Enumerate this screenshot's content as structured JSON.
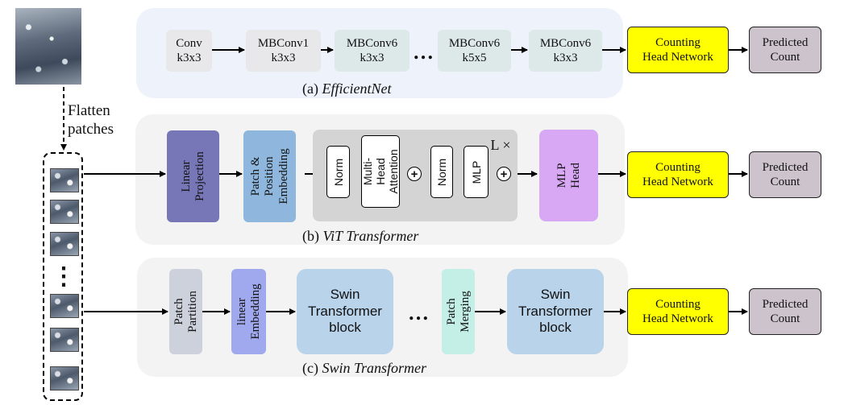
{
  "input": {
    "flatten_label": "Flatten\npatches",
    "image_icon": "crowd-image",
    "patch_icon": "image-patch",
    "vdots": "⋮"
  },
  "efficientnet": {
    "caption_prefix": "(a) ",
    "caption_name": "EfficientNet",
    "blocks": [
      "Conv\nk3x3",
      "MBConv1\nk3x3",
      "MBConv6\nk3x3",
      "MBConv6\nk5x5",
      "MBConv6\nk3x3"
    ],
    "ellipsis": "…",
    "head": "Counting\nHead Network",
    "output": "Predicted\nCount"
  },
  "vit": {
    "caption_prefix": "(b) ",
    "caption_name": "ViT Transformer",
    "linear_projection": "Linear\nProjection",
    "patch_embedding": "Patch &\nPosition\nEmbedding",
    "norm1": "Norm",
    "attention": "Multi-Head\nAttention",
    "norm2": "Norm",
    "mlp": "MLP",
    "repeat": "L ×",
    "plus": "+",
    "mlp_head": "MLP\nHead",
    "head": "Counting\nHead Network",
    "output": "Predicted\nCount"
  },
  "swin": {
    "caption_prefix": "(c) ",
    "caption_name": "Swin Transformer",
    "patch_partition": "Patch\nPartition",
    "linear_embedding": "linear\nEmbedding",
    "block1": "Swin\nTransformer\nblock",
    "ellipsis": "…",
    "patch_merging": "Patch\nMerging",
    "block2": "Swin\nTransformer\nblock",
    "head": "Counting\nHead Network",
    "output": "Predicted\nCount"
  },
  "colors": {
    "panel_a": "#eef3fb",
    "panel_bc": "#f3f3f3",
    "conv": "#e8e8ea",
    "mbconv": "#dde9e9",
    "head": "#ffff00",
    "output": "#cdc3cd",
    "linear_projection": "#7777b8",
    "patch_embedding": "#8fb7de",
    "encoder_bg": "#d4d4d4",
    "mlp_head": "#d8a8f4",
    "patch_partition": "#ccd1dc",
    "linear_embedding": "#a0a8ee",
    "swin_block": "#b9d3ea",
    "patch_merging": "#c3efe6"
  }
}
